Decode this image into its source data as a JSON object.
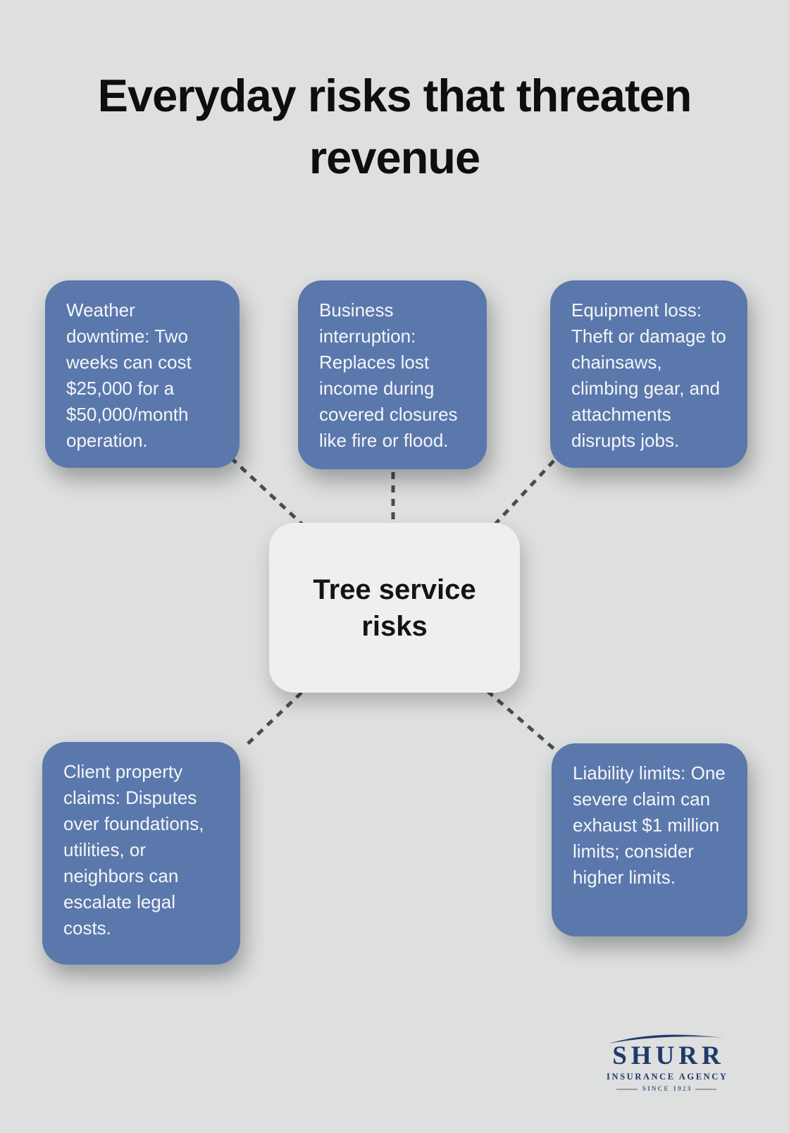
{
  "title": "Everyday risks that threaten revenue",
  "center": {
    "label": "Tree service risks"
  },
  "nodes": [
    {
      "id": "weather-downtime",
      "text": "Weather downtime: Two weeks can cost $25,000 for a $50,000/month operation."
    },
    {
      "id": "business-interruption",
      "text": "Business interruption: Replaces lost income during covered closures like fire or flood."
    },
    {
      "id": "equipment-loss",
      "text": "Equipment loss: Theft or damage to chainsaws, climbing gear, and attachments disrupts jobs."
    },
    {
      "id": "client-property-claims",
      "text": "Client property claims: Disputes over foundations, utilities, or neighbors can escalate legal costs."
    },
    {
      "id": "liability-limits",
      "text": "Liability limits: One severe claim can exhaust $1 million limits; consider higher limits."
    }
  ],
  "logo": {
    "name": "SHURR",
    "subtitle": "INSURANCE AGENCY",
    "tagline": "SINCE 1923"
  },
  "colors": {
    "background": "#dedfdf",
    "title_text": "#0e0e0e",
    "node": "#5b78ac",
    "node_text": "#f4f6f8",
    "center_bg": "#efefef",
    "center_text": "#141414",
    "connector": "#4c4c4c",
    "logo_navy": "#203a69"
  }
}
